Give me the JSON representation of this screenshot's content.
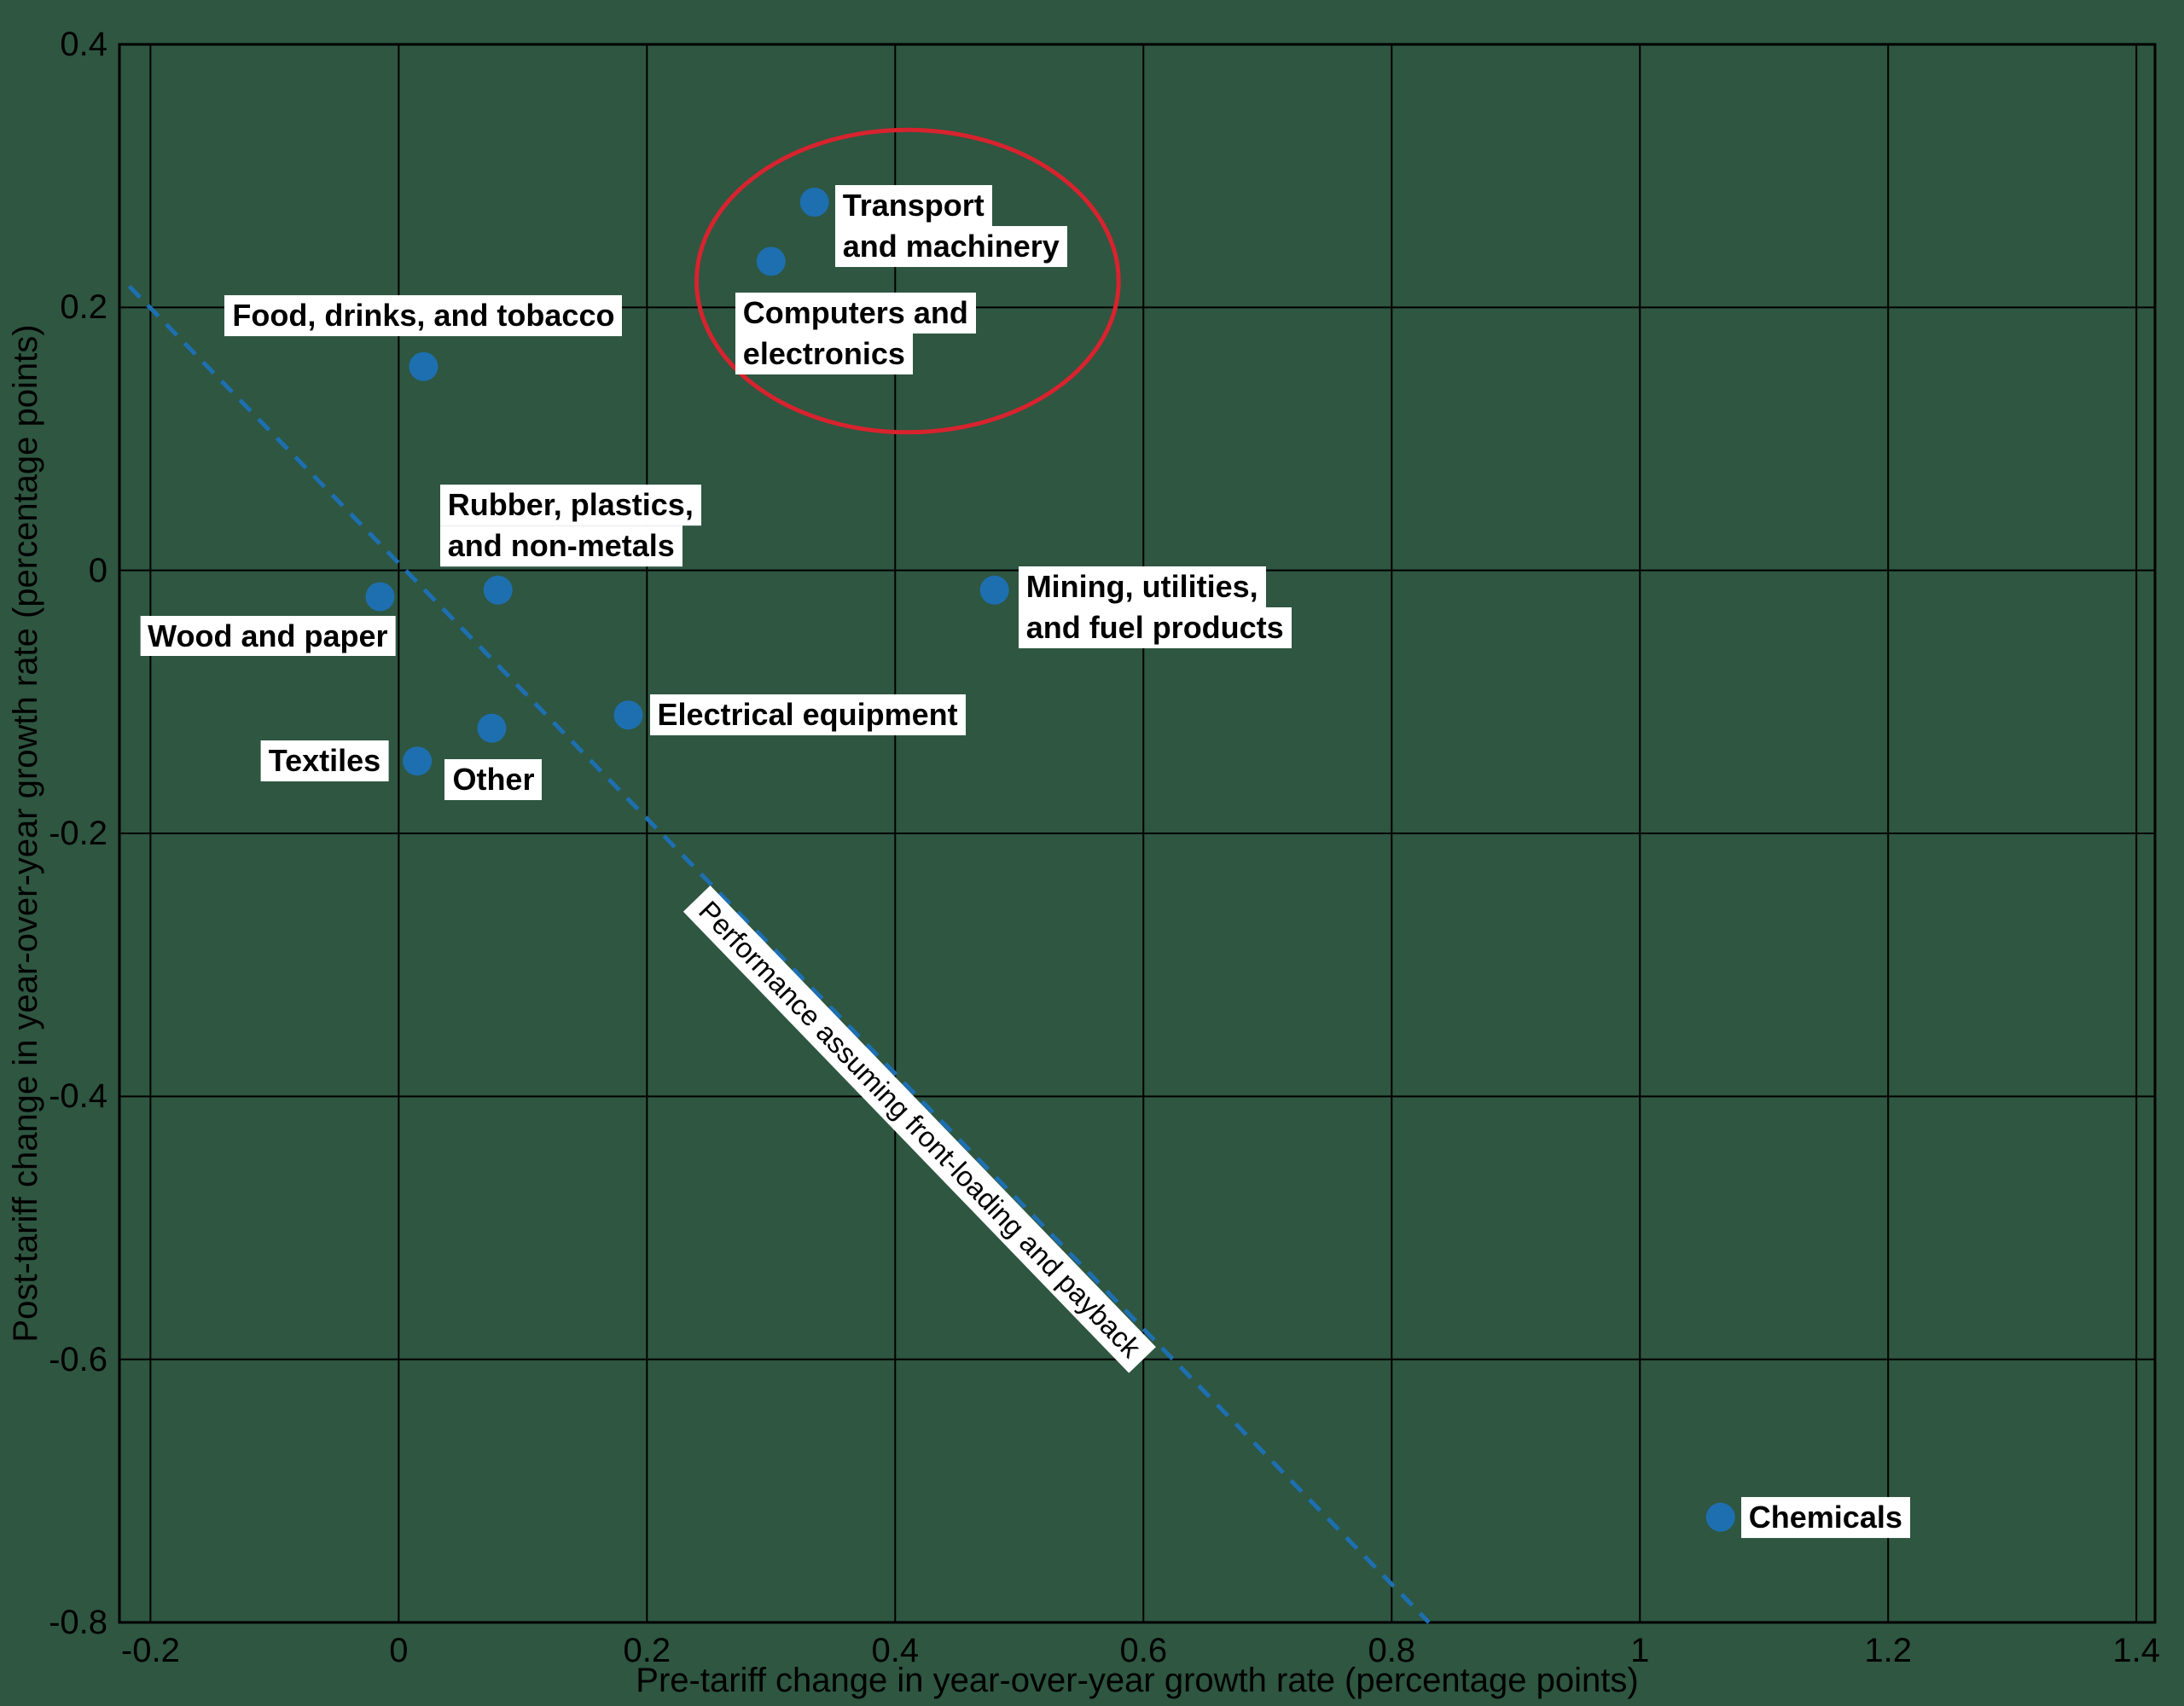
{
  "page": {
    "background_color": "#2e5641",
    "grid_color": "#000000",
    "label_background": "#ffffff",
    "text_color": "#000000"
  },
  "chart_data": {
    "type": "scatter",
    "title": "",
    "xlabel": "Pre-tariff change in year-over-year growth rate (percentage points)",
    "ylabel": "Post-tariff change in year-over-year growth rate (percentage points)",
    "xlim": [
      -0.225,
      1.415
    ],
    "ylim": [
      -0.8,
      0.4
    ],
    "grid": true,
    "x_ticks": [
      -0.2,
      0,
      0.2,
      0.4,
      0.6,
      0.8,
      1,
      1.2,
      1.4
    ],
    "x_tick_labels": [
      "-0.2",
      "0",
      "0.2",
      "0.4",
      "0.6",
      "0.8",
      "1",
      "1.2",
      "1.4"
    ],
    "y_ticks": [
      0.4,
      0.2,
      0,
      -0.2,
      -0.4,
      -0.6,
      -0.8
    ],
    "y_tick_labels": [
      "0.4",
      "0.2",
      "0",
      "-0.2",
      "-0.4",
      "-0.6",
      "-0.8"
    ],
    "point_color": "#1e6fb0",
    "points": [
      {
        "name": "Transport and machinery",
        "x": 0.335,
        "y": 0.28,
        "label_lines": [
          "Transport",
          "and machinery"
        ],
        "anchor_h": "left",
        "anchor_v": "top",
        "dx": 24,
        "dy": -20
      },
      {
        "name": "Computers and electronics",
        "x": 0.3,
        "y": 0.235,
        "label_lines": [
          "Computers and",
          "electronics"
        ],
        "anchor_h": "left",
        "anchor_v": "top",
        "dx": -42,
        "dy": 37
      },
      {
        "name": "Food, drinks, and tobacco",
        "x": 0.02,
        "y": 0.155,
        "label_lines": [
          "Food, drinks, and tobacco"
        ],
        "anchor_h": "center",
        "anchor_v": "bottom",
        "dx": 0,
        "dy": -36
      },
      {
        "name": "Rubber, plastics, and non-metals",
        "x": 0.08,
        "y": -0.015,
        "label_lines": [
          "Rubber, plastics,",
          "and non-metals"
        ],
        "anchor_h": "left",
        "anchor_v": "bottom",
        "dx": -68,
        "dy": -28
      },
      {
        "name": "Wood and paper",
        "x": -0.015,
        "y": -0.02,
        "label_lines": [
          "Wood and paper"
        ],
        "anchor_h": "right",
        "anchor_v": "top",
        "dx": 18,
        "dy": 22
      },
      {
        "name": "Mining, utilities, and fuel products",
        "x": 0.48,
        "y": -0.015,
        "label_lines": [
          "Mining, utilities,",
          "and fuel products"
        ],
        "anchor_h": "left",
        "anchor_v": "top",
        "dx": 28,
        "dy": -28
      },
      {
        "name": "Electrical equipment",
        "x": 0.185,
        "y": -0.11,
        "label_lines": [
          "Electrical equipment"
        ],
        "anchor_h": "left",
        "anchor_v": "middle",
        "dx": 25,
        "dy": 0
      },
      {
        "name": "Other",
        "x": 0.075,
        "y": -0.12,
        "label_lines": [
          "Other"
        ],
        "anchor_h": "left",
        "anchor_v": "top",
        "dx": -55,
        "dy": 36
      },
      {
        "name": "Textiles",
        "x": 0.015,
        "y": -0.145,
        "label_lines": [
          "Textiles"
        ],
        "anchor_h": "right",
        "anchor_v": "middle",
        "dx": -34,
        "dy": 0
      },
      {
        "name": "Chemicals",
        "x": 1.065,
        "y": -0.72,
        "label_lines": [
          "Chemicals"
        ],
        "anchor_h": "left",
        "anchor_v": "middle",
        "dx": 24,
        "dy": 0
      }
    ],
    "trend_line": {
      "label": "Performance assuming front-loading and payback",
      "style": "dashed",
      "color": "#1e6fb0",
      "x1": -0.217,
      "y1": 0.216,
      "x2": 0.83,
      "y2": -0.8,
      "label_x": 0.42,
      "label_y": -0.425,
      "label_angle": 46
    },
    "highlight_ellipse": {
      "cx": 0.41,
      "cy": 0.22,
      "rx": 0.17,
      "ry": 0.115,
      "color": "#d8232e"
    }
  }
}
